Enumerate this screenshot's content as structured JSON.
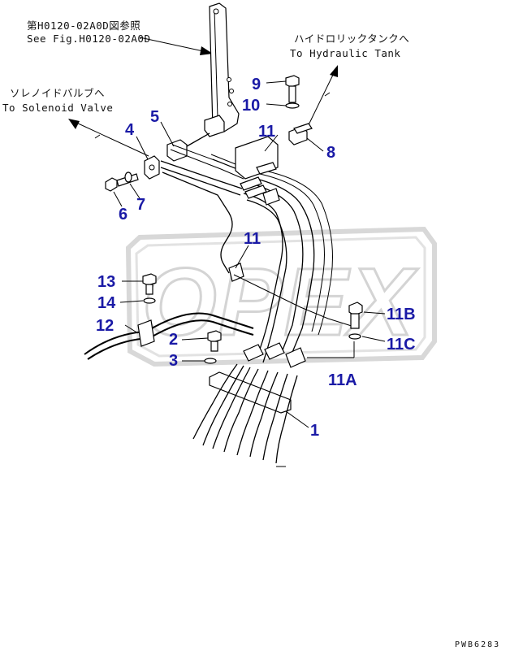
{
  "notes": {
    "fig_ref_jp": "第H0120-02A0D図参照",
    "fig_ref_en": "See Fig.H0120-02A0D",
    "tank_jp": "ハイドロリックタンクへ",
    "tank_en": "To Hydraulic Tank",
    "solenoid_jp": "ソレノイドバルブへ",
    "solenoid_en": "To Solenoid Valve"
  },
  "watermark": "OPEX",
  "callouts": [
    "9",
    "10",
    "5",
    "4",
    "11",
    "8",
    "6",
    "7",
    "11",
    "13",
    "14",
    "12",
    "2",
    "3",
    "11B",
    "11C",
    "11A",
    "1"
  ],
  "drawing_code": "PWB6283",
  "colors": {
    "callout": "#1a1aa6",
    "line": "#000000",
    "watermark": "#d4d4d4"
  }
}
